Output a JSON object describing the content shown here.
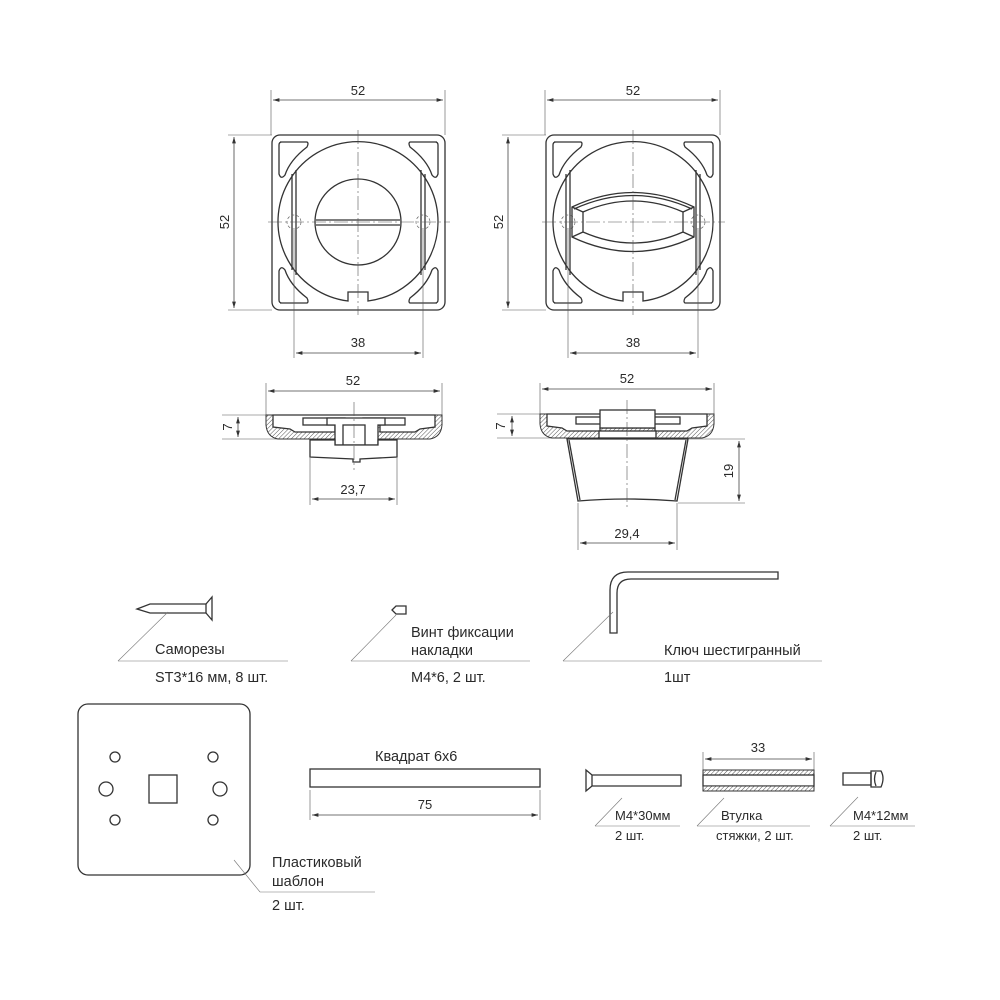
{
  "drawing": {
    "top_view_left": {
      "width_dim": "52",
      "height_dim": "52",
      "hole_spacing_dim": "38",
      "type": "indicator-slotted"
    },
    "top_view_right": {
      "width_dim": "52",
      "height_dim": "52",
      "hole_spacing_dim": "38",
      "type": "turn-knob"
    },
    "side_view_left": {
      "width_dim": "52",
      "height_dim": "7",
      "bottom_dim": "23,7"
    },
    "side_view_right": {
      "width_dim": "52",
      "height_dim": "7",
      "knob_height_dim": "19",
      "bottom_dim": "29,4"
    }
  },
  "parts": {
    "screws": {
      "name": "Саморезы",
      "spec": "ST3*16 мм, 8 шт."
    },
    "fix_screw": {
      "name_line1": "Винт фиксации",
      "name_line2": "накладки",
      "spec": "M4*6, 2 шт."
    },
    "hex_key": {
      "name": "Ключ шестигранный",
      "spec": "1шт"
    },
    "template": {
      "name_line1": "Пластиковый",
      "name_line2": "шаблон",
      "spec": "2 шт."
    },
    "square_bar": {
      "name": "Квадрат 6х6",
      "length_dim": "75"
    },
    "bolt_30": {
      "name": "M4*30мм",
      "spec": "2 шт."
    },
    "sleeve": {
      "name": "Втулка",
      "spec": "стяжки, 2 шт.",
      "length_dim": "33"
    },
    "bolt_12": {
      "name": "M4*12мм",
      "spec": "2 шт."
    }
  }
}
